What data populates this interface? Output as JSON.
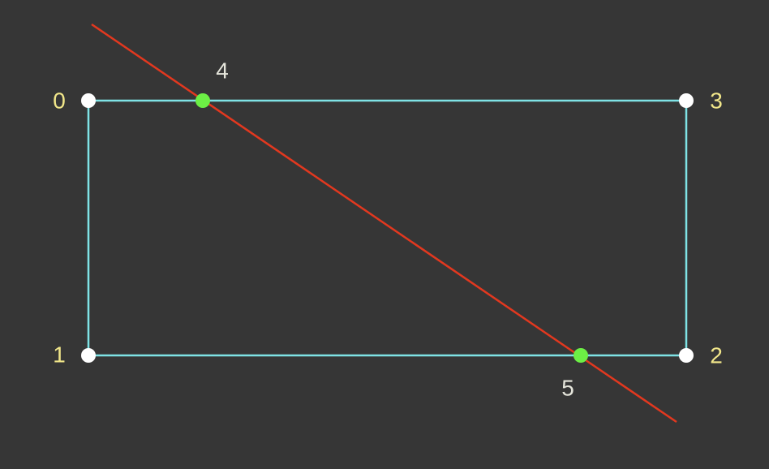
{
  "colors": {
    "background": "#363636",
    "rect_edge": "#7fe3e6",
    "cut_line": "#e2381f",
    "corner_point": "#ffffff",
    "intersection_point": "#6cef45",
    "corner_label": "#f2e78a",
    "intersection_label": "#e6e6dc"
  },
  "corner_points": [
    {
      "label": "0"
    },
    {
      "label": "1"
    },
    {
      "label": "2"
    },
    {
      "label": "3"
    }
  ],
  "intersection_points": [
    {
      "label": "4"
    },
    {
      "label": "5"
    }
  ]
}
